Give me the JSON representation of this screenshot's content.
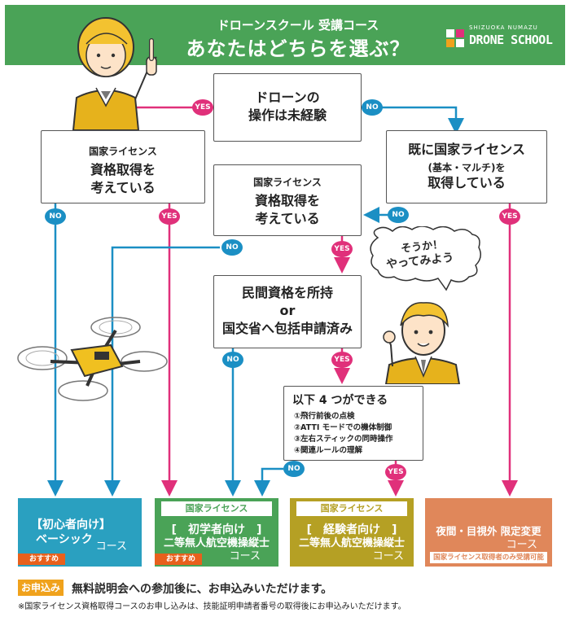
{
  "header": {
    "subtitle": "ドローンスクール 受講コース",
    "title": "あなたはどちらを選ぶ？",
    "logo_small": "SHIZUOKA NUMAZU",
    "logo_big": "DRONE SCHOOL",
    "bg_color": "#4aa357"
  },
  "nodes": {
    "start": {
      "line1": "ドローンの",
      "line2": "操作は未経験"
    },
    "left_q": {
      "line1": "国家ライセンス",
      "line2": "資格取得を",
      "line3": "考えている"
    },
    "right_q": {
      "line1": "既に国家ライセンス",
      "line2": "(基本・マルチ)を",
      "line3": "取得している"
    },
    "mid_q": {
      "line1": "国家ライセンス",
      "line2": "資格取得を",
      "line3": "考えている"
    },
    "private_q": {
      "line1": "民間資格を所持",
      "line2": "or",
      "line3": "国交省へ包括申請済み"
    },
    "skills": {
      "title": "以下 4 つができる",
      "items": [
        "①飛行前後の点検",
        "②ATTI モードでの機体制御",
        "③左右スティックの同時操作",
        "④関連ルールの理解"
      ]
    }
  },
  "labels": {
    "yes": "YES",
    "no": "NO"
  },
  "speech": {
    "line1": "そうか！",
    "line2": "やってみよう"
  },
  "courses": [
    {
      "tag": "",
      "line1": "【初心者向け】",
      "line2": "ベーシック",
      "line3": "コース",
      "badge": "おすすめ",
      "color": "#2aa0c0"
    },
    {
      "tag": "国家ライセンス",
      "line1": "[　初学者向け　]",
      "line2": "二等無人航空機操縦士",
      "line3": "コース",
      "badge": "おすすめ",
      "color": "#4aa357"
    },
    {
      "tag": "国家ライセンス",
      "line1": "[　経験者向け　]",
      "line2": "二等無人航空機操縦士",
      "line3": "コース",
      "badge": "",
      "color": "#b5a024"
    },
    {
      "tag": "",
      "line1": "夜間・目視外 限定変更",
      "line2": "",
      "line3": "コース",
      "badge": "",
      "note": "国家ライセンス取得者のみ受講可能",
      "color": "#e0875a"
    }
  ],
  "footer": {
    "apply_tag": "お申込み",
    "apply_text": "無料説明会への参加後に、お申込みいただけます。",
    "note": "※国家ライセンス資格取得コースのお申し込みは、技能証明申請者番号の取得後にお申込みいただけます。"
  },
  "colors": {
    "yes": "#e0307a",
    "no": "#1b8fc4",
    "character": "#e8b820"
  }
}
